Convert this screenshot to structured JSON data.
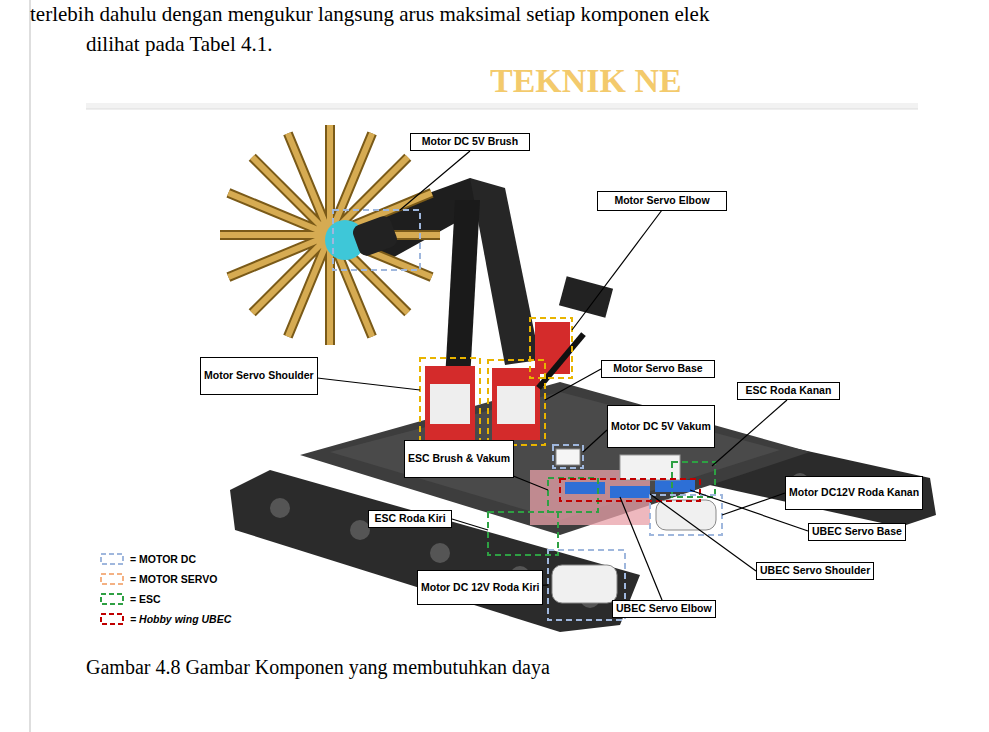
{
  "diagram": {
    "caption": "Gambar 4.8 Gambar Komponen yang membutuhkan daya",
    "nodes": [
      {
        "text": [
          "Motor DC 5V Brush"
        ]
      },
      {
        "text": [
          "Motor Servo Elbow"
        ]
      },
      {
        "text": [
          "Motor Servo Shoulder"
        ]
      },
      {
        "text": [
          "ESC Roda Kanan"
        ]
      },
      {
        "text": [
          "Motor Servo Base"
        ]
      },
      {
        "text": [
          "Motor DC 5V Vakum"
        ]
      },
      {
        "text": [
          "ESC Brush & Vakum"
        ]
      },
      {
        "text": [
          "Motor DC12V Roda Kanan"
        ]
      },
      {
        "text": [
          "ESC Roda Kiri"
        ]
      },
      {
        "text": [
          "UBEC Servo Base"
        ]
      },
      {
        "text": [
          "UBEC Servo Shoulder"
        ]
      },
      {
        "text": [
          "Motor DC 12V Roda Kiri"
        ]
      },
      {
        "text": [
          "UBEC Servo Elbow"
        ]
      }
    ],
    "labels": [
      "terlebih dahulu dengan mengukur langsung arus maksimal setiap komponen elek",
      "dilihat pada Tabel 4.1.",
      "TEKNIK NE"
    ],
    "legend": [
      {
        "text": "= MOTOR DC",
        "color": "#9fb7dd"
      },
      {
        "text": "= MOTOR SERVO",
        "color": "#f4b183"
      },
      {
        "text": "= ESC",
        "color": "#2ea043"
      },
      {
        "text": "= Hobby wing UBEC",
        "color": "#c00000"
      }
    ]
  }
}
